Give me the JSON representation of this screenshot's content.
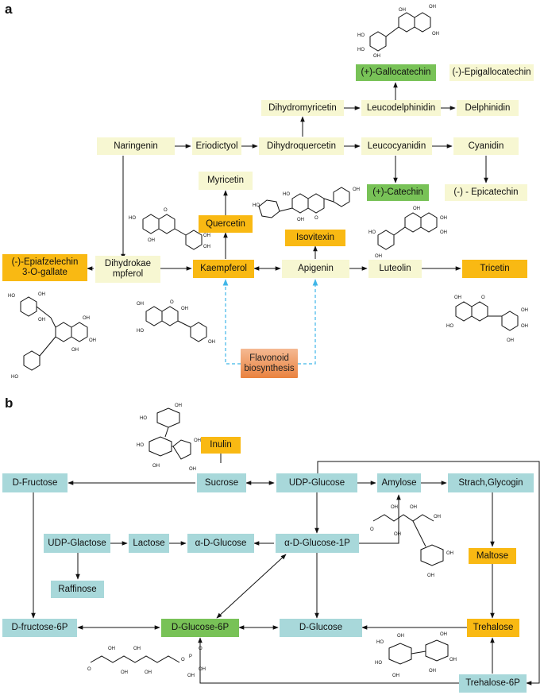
{
  "panels": {
    "a": "a",
    "b": "b"
  },
  "colors": {
    "cream": "#f7f7d2",
    "orange": "#f9b913",
    "green": "#78c257",
    "blue": "#a8d8da",
    "dashed_arrow": "#3fb6e8"
  },
  "panel_a": {
    "gallocatechin": "(+)-Gallocatechin",
    "epigallocatechin": "(-)-Epigallocatechin",
    "dihydromyricetin": "Dihydromyricetin",
    "leucodelphinidin": "Leucodelphinidin",
    "delphinidin": "Delphinidin",
    "naringenin": "Naringenin",
    "eriodictyol": "Eriodictyol",
    "dihydroquercetin": "Dihydroquercetin",
    "leucocyanidin": "Leucocyanidin",
    "cyanidin": "Cyanidin",
    "myricetin": "Myricetin",
    "catechin": "(+)-Catechin",
    "epicatechin": "(-) - Epicatechin",
    "quercetin": "Quercetin",
    "isovitexin": "Isovitexin",
    "epiafzelechin_1": "(-)-Epiafzelechin",
    "epiafzelechin_2": "3-O-gallate",
    "dihydrokaempferol_1": "Dihydrokae",
    "dihydrokaempferol_2": "mpferol",
    "kaempferol": "Kaempferol",
    "apigenin": "Apigenin",
    "luteolin": "Luteolin",
    "tricetin": "Tricetin",
    "flavonoid_1": "Flavonoid",
    "flavonoid_2": "biosynthesis"
  },
  "panel_b": {
    "inulin": "Inulin",
    "d_fructose": "D-Fructose",
    "sucrose": "Sucrose",
    "udp_glucose": "UDP-Glucose",
    "amylose": "Amylose",
    "starch": "Strach,Glycogin",
    "udp_galactose": "UDP-Glactose",
    "lactose": "Lactose",
    "a_d_glucose": "α-D-Glucose",
    "a_d_glucose_1p": "α-D-Glucose-1P",
    "raffinose": "Raffinose",
    "maltose": "Maltose",
    "d_fructose_6p": "D-fructose-6P",
    "d_glucose_6p": "D-Glucose-6P",
    "d_glucose": "D-Glucose",
    "trehalose": "Trehalose",
    "trehalose_6p": "Trehalose-6P"
  }
}
